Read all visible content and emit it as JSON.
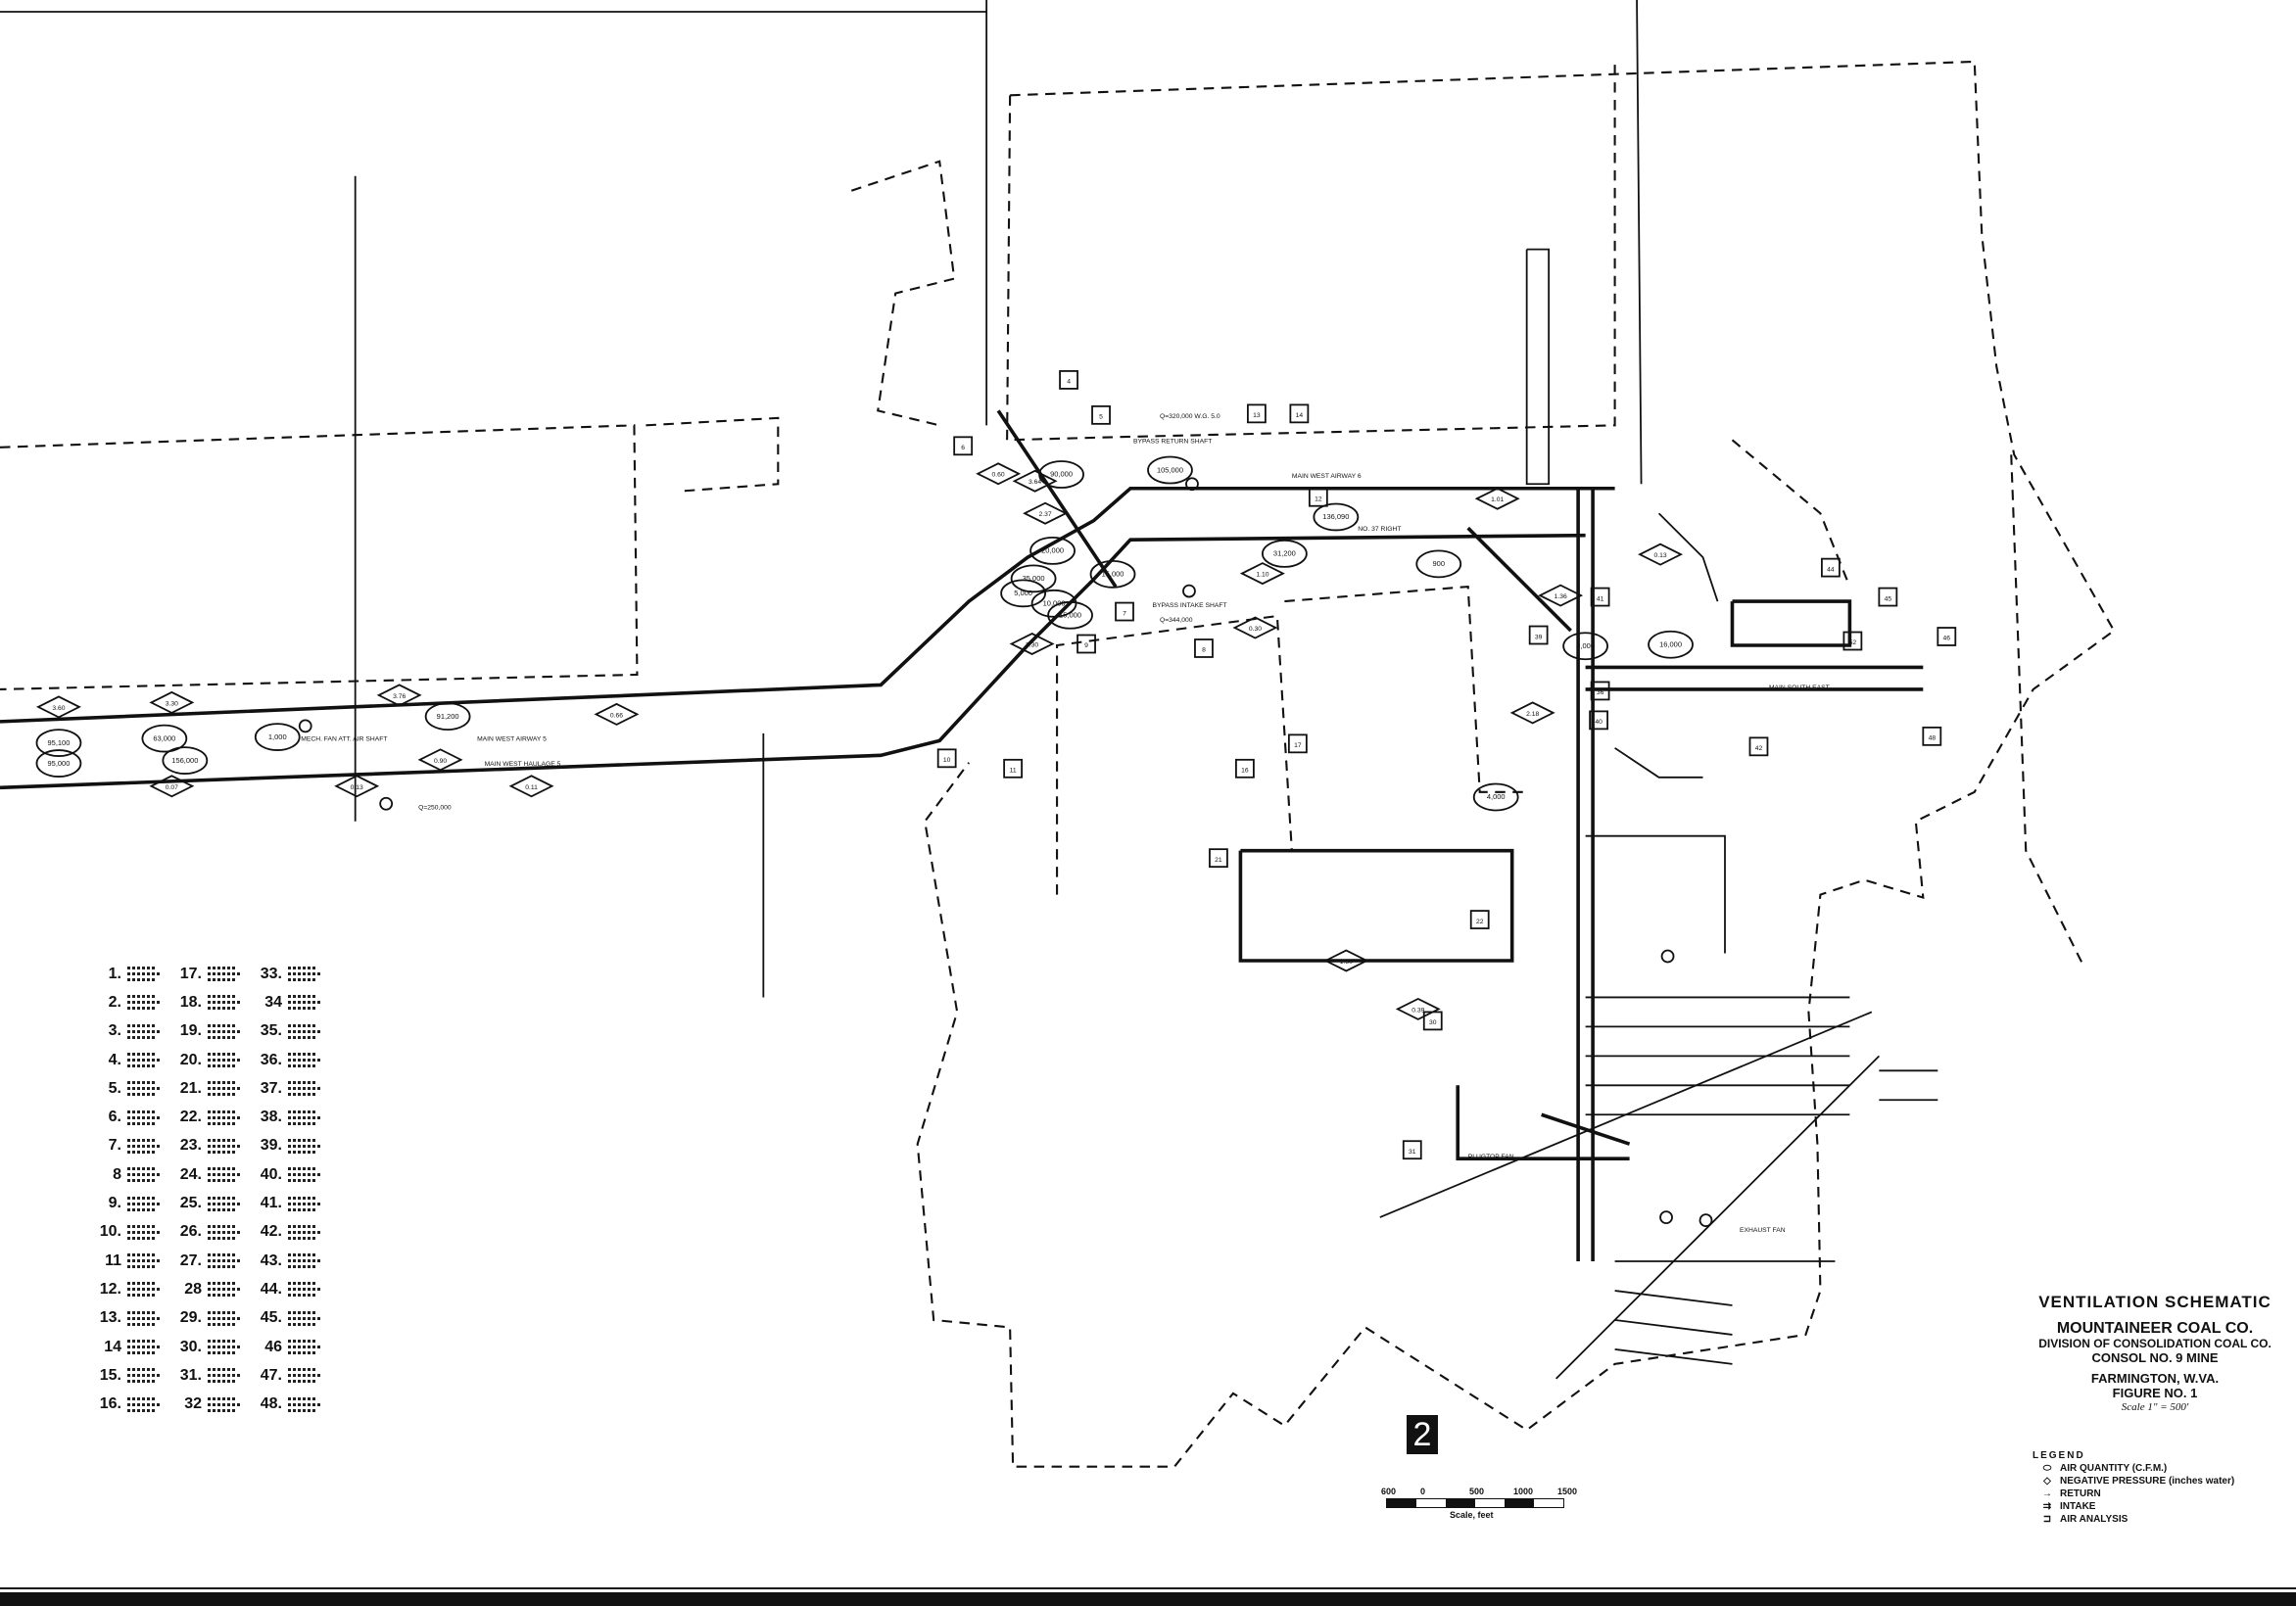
{
  "title_block": {
    "title": "VENTILATION SCHEMATIC",
    "company": "MOUNTAINEER COAL CO.",
    "division": "DIVISION OF CONSOLIDATION COAL CO.",
    "mine": "CONSOL NO. 9 MINE",
    "location": "FARMINGTON, W.VA.",
    "figure": "FIGURE NO. 1",
    "scale": "Scale 1\" = 500'"
  },
  "legend": {
    "header": "LEGEND",
    "items": [
      {
        "symbol": "⬭",
        "label": "AIR QUANTITY (C.F.M.)"
      },
      {
        "symbol": "◇",
        "label": "NEGATIVE PRESSURE (inches water)"
      },
      {
        "symbol": "→",
        "label": "RETURN"
      },
      {
        "symbol": "⇉",
        "label": "INTAKE"
      },
      {
        "symbol": "⊐",
        "label": "AIR ANALYSIS"
      }
    ]
  },
  "sheet_number": "2",
  "scale_bar": {
    "ticks": [
      "600",
      "0",
      "500",
      "1000",
      "1500"
    ],
    "caption": "Scale, feet"
  },
  "air_analysis_numbers": [
    "1.",
    "2.",
    "3.",
    "4.",
    "5.",
    "6.",
    "7.",
    "8",
    "9.",
    "10.",
    "11",
    "12.",
    "13.",
    "14",
    "15.",
    "16.",
    "17.",
    "18.",
    "19.",
    "20.",
    "21.",
    "22.",
    "23.",
    "24.",
    "25.",
    "26.",
    "27.",
    "28",
    "29.",
    "30.",
    "31.",
    "32",
    "33.",
    "34",
    "35.",
    "36.",
    "37.",
    "38.",
    "39.",
    "40.",
    "41.",
    "42.",
    "43.",
    "44.",
    "45.",
    "46",
    "47.",
    "48."
  ],
  "map_labels": {
    "airways": [
      "MAIN WEST AIRWAY 5",
      "MAIN WEST HAULAGE 5",
      "MAIN WEST AIRWAY 6",
      "NO. 37 RIGHT",
      "BYPASS RETURN SHAFT",
      "BYPASS INTAKE SHAFT",
      "MECH. FAN ATT. AIR SHAFT",
      "MAIN SOUTH EAST",
      "PLUGTOP FAN",
      "EXHAUST FAN"
    ],
    "quantities": [
      "95,100",
      "95,000",
      "63,000",
      "156,000",
      "1,000",
      "91,200",
      "90,000",
      "105,000",
      "15,000",
      "20,000",
      "35,000",
      "10,000",
      "5,000",
      "15,000",
      "136,090",
      "31,200",
      "900",
      "9,000",
      "16,000",
      "4,000"
    ],
    "pressures": [
      "3.60",
      "3.30",
      "0.07",
      "0.66",
      "3.76",
      "0.90",
      "0.11",
      "0.13",
      "0.60",
      "3.64",
      "2.37",
      "3.30",
      "1.10",
      "0.30",
      "1.36",
      "2.18",
      "0.13",
      "1.01",
      "0.39",
      "1.50"
    ],
    "shaft_notes": [
      "Q=320,000 W.G. 5.0",
      "Q=344,000",
      "Q=250,000"
    ],
    "station_numbers": [
      "4",
      "5",
      "6",
      "7",
      "8",
      "9",
      "10",
      "11",
      "12",
      "13",
      "14",
      "16",
      "17",
      "21",
      "22",
      "30",
      "31",
      "36",
      "39",
      "40",
      "41",
      "42",
      "44",
      "45",
      "46",
      "48",
      "52"
    ]
  }
}
